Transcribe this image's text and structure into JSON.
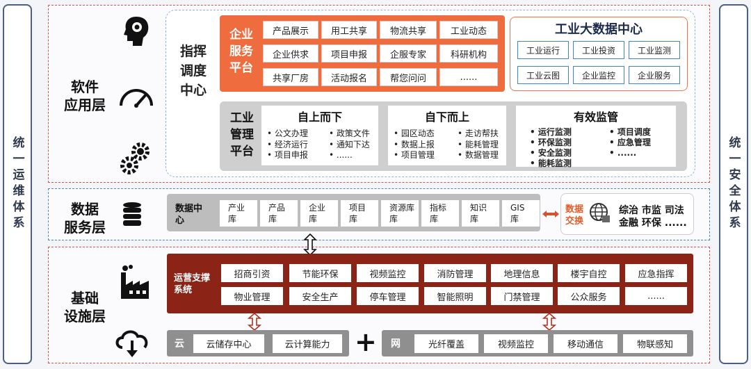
{
  "side_left": "统一运维体系",
  "side_right": "统一安全体系",
  "layers": {
    "software": "软件\n应用层",
    "data": "数据\n服务层",
    "infra": "基础\n设施层"
  },
  "dispatch_center": "指挥调度中心",
  "enterprise_platform": {
    "label": "企业服务平台",
    "items": [
      "产品展示",
      "用工共享",
      "物流共享",
      "工业动态",
      "企业供求",
      "项目申报",
      "企服专家",
      "科研机构",
      "共享厂房",
      "活动报名",
      "帮您问问",
      "......"
    ]
  },
  "big_data_center": {
    "title": "工业大数据中心",
    "items": [
      "工业运行",
      "工业投资",
      "工业监测",
      "工业云图",
      "企业监控",
      "企业服务"
    ]
  },
  "industry_platform": {
    "label": "工业管理平台",
    "top_down": {
      "title": "自上而下",
      "col1": [
        "公文办理",
        "经济运行",
        "项目申报"
      ],
      "col2": [
        "政策文件",
        "通知下达",
        "......"
      ]
    },
    "bottom_up": {
      "title": "自下而上",
      "col1": [
        "园区动态",
        "数据上报",
        "项目管理"
      ],
      "col2": [
        "走访帮扶",
        "能耗管理",
        "数据管理"
      ]
    },
    "supervision": {
      "title": "有效监管",
      "col1": [
        "运行监测",
        "环保监测",
        "安全监测",
        "能耗监测"
      ],
      "col2": [
        "项目调度",
        "应急管理",
        "......"
      ]
    }
  },
  "data_center": {
    "label": "数据中心",
    "items": [
      "产业库",
      "产品库",
      "企业库",
      "项目库",
      "资源库库",
      "指标库",
      "知识库",
      "GIS库"
    ]
  },
  "data_exchange": {
    "label": "数据交换",
    "targets_line1": "综治 市监 司法",
    "targets_line2": "金融 环保 ......"
  },
  "ops_support": {
    "label": "运营支撑系统",
    "items": [
      "招商引资",
      "节能环保",
      "视频监控",
      "消防管理",
      "地理信息",
      "楼宇自控",
      "应急指挥",
      "物业管理",
      "安全生产",
      "停车管理",
      "智能照明",
      "门禁管理",
      "公众服务",
      "......"
    ]
  },
  "cloud": {
    "label": "云",
    "items": [
      "云储存中心",
      "云计算能力"
    ]
  },
  "plus": "+",
  "network": {
    "label": "网",
    "items": [
      "光纤覆盖",
      "视频监控",
      "移动通信",
      "物联感知"
    ]
  },
  "colors": {
    "orange": "#ee6c3e",
    "dark_red": "#8b2316",
    "blue_border": "#3b86c8",
    "gray_panel": "#cfcfcf"
  },
  "icons": [
    "brain-gear-icon",
    "gauge-icon",
    "gears-icon",
    "database-icon",
    "factory-icon",
    "cloud-download-icon",
    "globe-icon"
  ]
}
